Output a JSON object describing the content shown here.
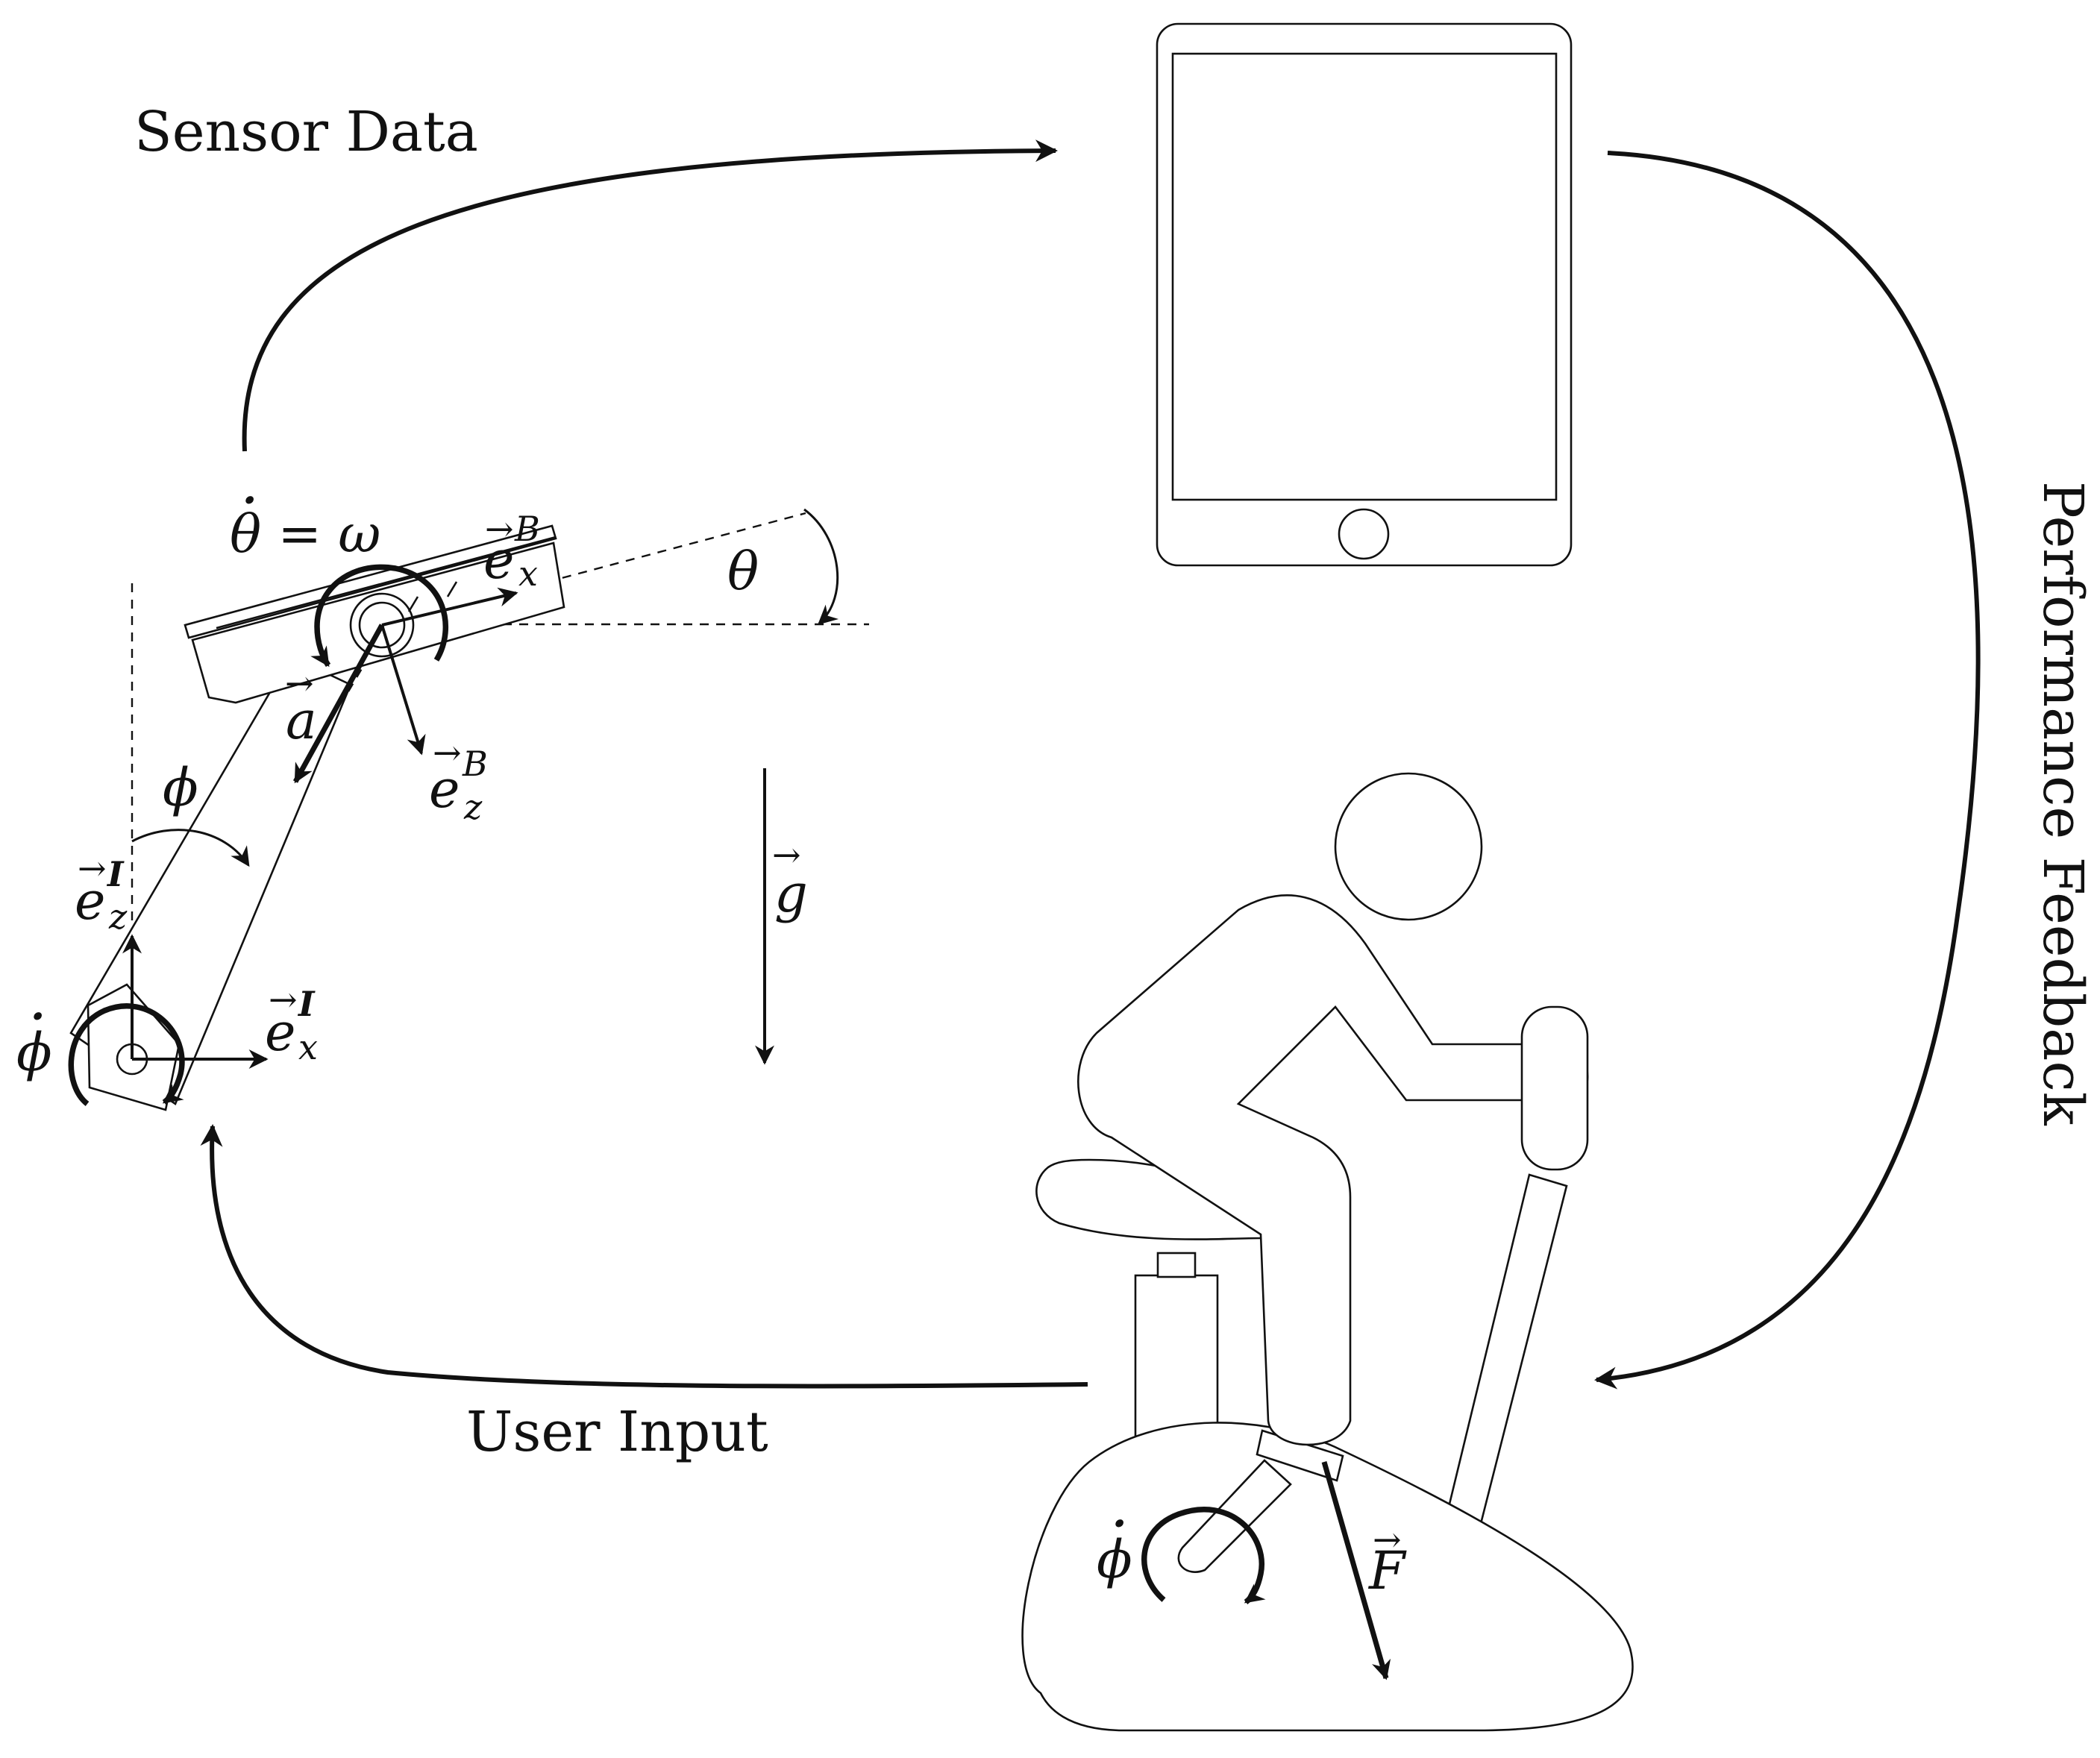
{
  "labels": {
    "sensor_data": "Sensor Data",
    "user_input": "User Input",
    "performance_feedback": "Performance Feedback"
  },
  "math": {
    "theta_dot_eq": "θ = ω",
    "theta_dot_dot": "·",
    "theta": "θ",
    "phi": "ϕ",
    "phi_dot_left": "ϕ",
    "phi_dot_bike": "ϕ",
    "dot": "·",
    "vec_a": "a",
    "vec_g": "g",
    "vec_F": "F",
    "e": "e",
    "sub_x": "x",
    "sub_z": "z",
    "sup_B": "B",
    "sup_I": "I",
    "arrow_accent": "→"
  },
  "colors": {
    "ink": "#111111",
    "background": "#ffffff"
  }
}
